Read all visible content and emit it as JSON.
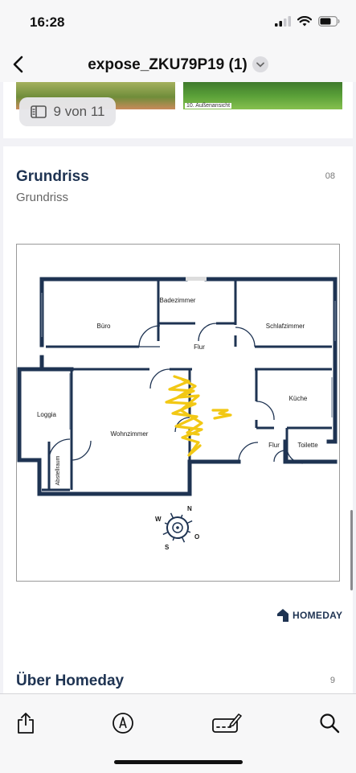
{
  "status": {
    "time": "16:28"
  },
  "nav": {
    "title": "expose_ZKU79P19 (1)"
  },
  "prev_page": {
    "photo_caption": "10. Außenansicht",
    "page_indicator": "9 von 11"
  },
  "floorplan_page": {
    "title": "Grundriss",
    "subtitle": "Grundriss",
    "page_number": "08",
    "rooms": {
      "badezimmer": "Badezimmer",
      "buero": "Büro",
      "schlafzimmer": "Schlafzimmer",
      "flur": "Flur",
      "loggia": "Loggia",
      "kueche": "Küche",
      "wohnzimmer": "Wohnzimmer",
      "flur2": "Flur",
      "toilette": "Toilette",
      "abstellraum": "Abstellraum"
    },
    "compass": {
      "n": "N",
      "w": "W",
      "o": "O",
      "s": "S"
    },
    "brand": "HOMEDAY"
  },
  "next_page": {
    "title": "Über Homeday",
    "page_number": "9"
  },
  "toolbar": {
    "share_icon": "share-icon",
    "markup_icon": "markup-pen-icon",
    "signature_icon": "signature-icon",
    "search_icon": "search-icon"
  },
  "colors": {
    "brand_navy": "#1e3352",
    "scribble": "#f2c814"
  }
}
